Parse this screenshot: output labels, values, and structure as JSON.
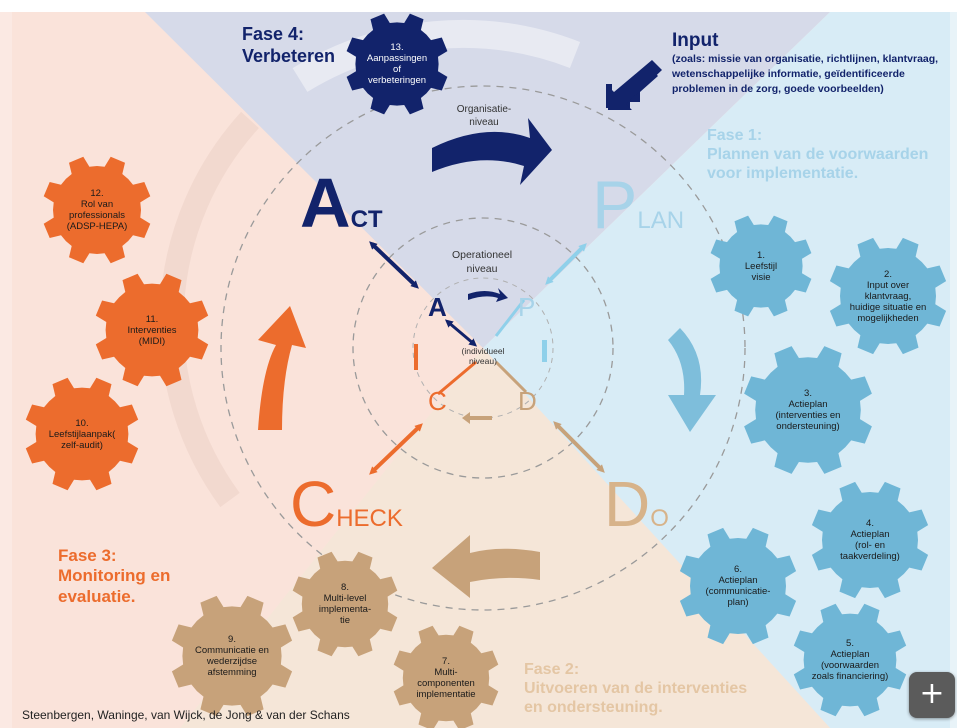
{
  "colors": {
    "navy": "#12236b",
    "light_blue": "#6fb6d6",
    "orange": "#ec6c2d",
    "tan": "#c7a27a",
    "bg_top": "#d8dcea",
    "bg_right": "#dbeef7",
    "bg_left": "#fae0d8",
    "bg_bottom": "#f6e8dc"
  },
  "phase4": {
    "line1": "Fase 4:",
    "line2": "Verbeteren"
  },
  "input": {
    "title": "Input",
    "text": "(zoals: missie  van organisatie, richtlijnen, klantvraag, wetenschappelijke informatie, geïdentificeerde problemen in de zorg, goede voorbeelden)"
  },
  "phase1": {
    "line1": "Fase 1:",
    "line2": "Plannen van de voorwaarden",
    "line3": "voor implementatie."
  },
  "phase2": {
    "line1": "Fase 2:",
    "line2": "Uitvoeren van de interventies",
    "line3": "en ondersteuning."
  },
  "phase3": {
    "line1": "Fase 3:",
    "line2": "Monitoring en",
    "line3": "evaluatie."
  },
  "levels": {
    "organisation": "Organisatie-\nniveau",
    "operational": "Operationeel\nniveau",
    "individual": "(individueel\nniveau)"
  },
  "pdca_big": {
    "act_A": "A",
    "act_rest": "CT",
    "plan_P": "P",
    "plan_rest": "LAN",
    "do_D": "D",
    "do_rest": "O",
    "check_C": "C",
    "check_rest": "HECK"
  },
  "pdca_small": {
    "a": "A",
    "p": "P",
    "c": "C",
    "d": "D"
  },
  "gears": {
    "g1": {
      "num": "1.",
      "text": "Leefstijl\nvisie"
    },
    "g2": {
      "num": "2.",
      "text": "Input over\nklantvraag,\nhuidige situatie en\nmogelijkheden"
    },
    "g3": {
      "num": "3.",
      "text": "Actieplan\n(interventies en\nondersteuning)"
    },
    "g4": {
      "num": "4.",
      "text": "Actieplan\n(rol- en\ntaakverdeling)"
    },
    "g5": {
      "num": "5.",
      "text": "Actieplan\n(voorwaarden\nzoals financiering)"
    },
    "g6": {
      "num": "6.",
      "text": "Actieplan\n(communicatie-\nplan)"
    },
    "g7": {
      "num": "7.",
      "text": "Multi-\ncomponenten\nimplementatie"
    },
    "g8": {
      "num": "8.",
      "text": "Multi-level\nimplementa-\ntie"
    },
    "g9": {
      "num": "9.",
      "text": "Communicatie en\nwederzijdse\nafstemming"
    },
    "g10": {
      "num": "10.",
      "text": "Leefstijlaanpak(\nzelf-audit)"
    },
    "g11": {
      "num": "11.",
      "text": "Interventies\n(MIDI)"
    },
    "g12": {
      "num": "12.",
      "text": "Rol van\nprofessionals\n(ADSP-HEPA)"
    },
    "g13": {
      "num": "13.",
      "text": "Aanpassingen\nof\nverbeteringen"
    }
  },
  "credit": "Steenbergen, Waninge, van Wijck, de Jong & van der Schans",
  "fab_label": "+"
}
